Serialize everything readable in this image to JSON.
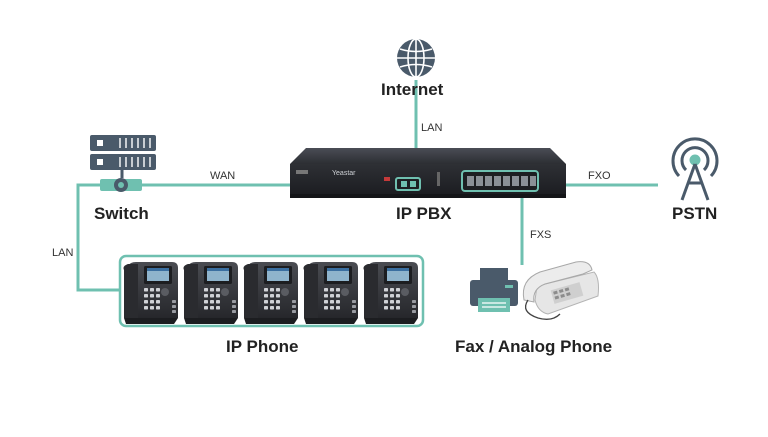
{
  "labels": {
    "internet": "Internet",
    "ip_pbx": "IP PBX",
    "switch": "Switch",
    "pstn": "PSTN",
    "ip_phone": "IP Phone",
    "fax_analog": "Fax / Analog Phone"
  },
  "links": {
    "lan_top": "LAN",
    "wan": "WAN",
    "fxo": "FXO",
    "fxs": "FXS",
    "lan_left": "LAN"
  },
  "device": {
    "brand": "Yeastar"
  },
  "colors": {
    "link": "#6fc0b0",
    "icon": "#4a5a6a",
    "device": "#2b2d31"
  },
  "icons": [
    "globe-icon",
    "server-icon",
    "antenna-icon",
    "ip-phone-icon",
    "fax-icon",
    "analog-phone-icon"
  ]
}
